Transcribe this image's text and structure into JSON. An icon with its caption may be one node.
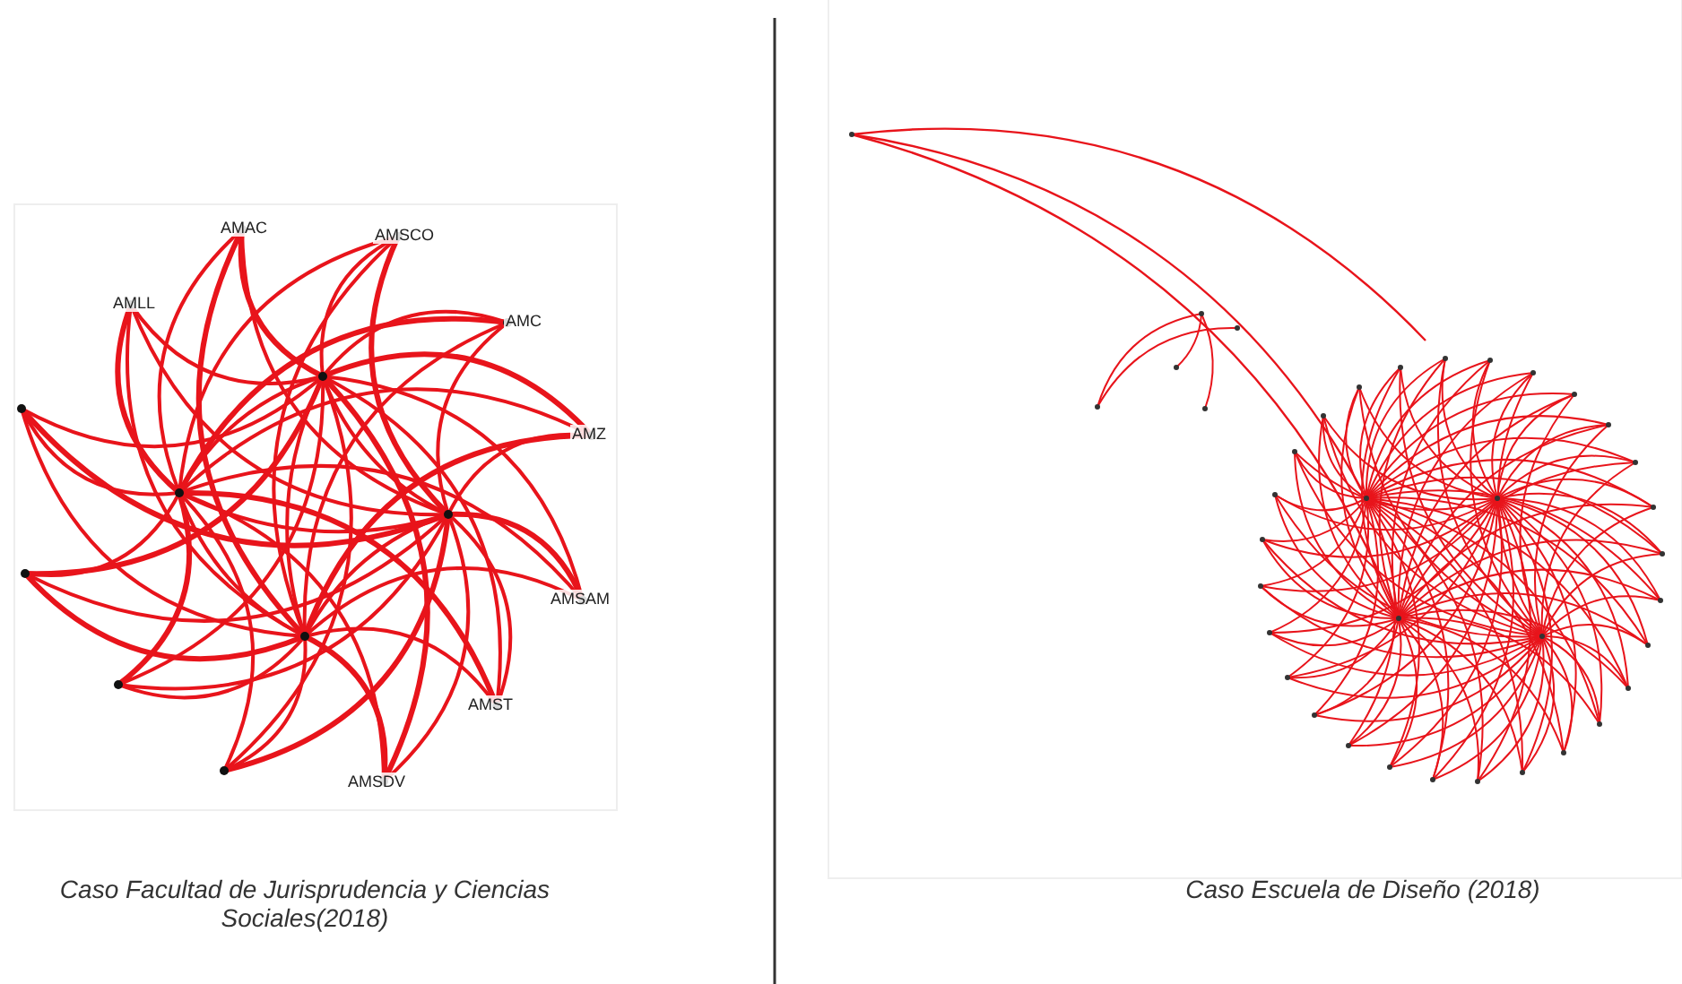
{
  "diagram": {
    "labels": [
      "AMAC",
      "AMSCO",
      "AMLL",
      "AMC",
      "AMZ",
      "AMSAM",
      "AMST",
      "AMSDV",
      "Caso Facultad de Jurisprudencia y Ciencias Sociales(2018)",
      "Caso Escuela de Diseño (2018)"
    ]
  }
}
